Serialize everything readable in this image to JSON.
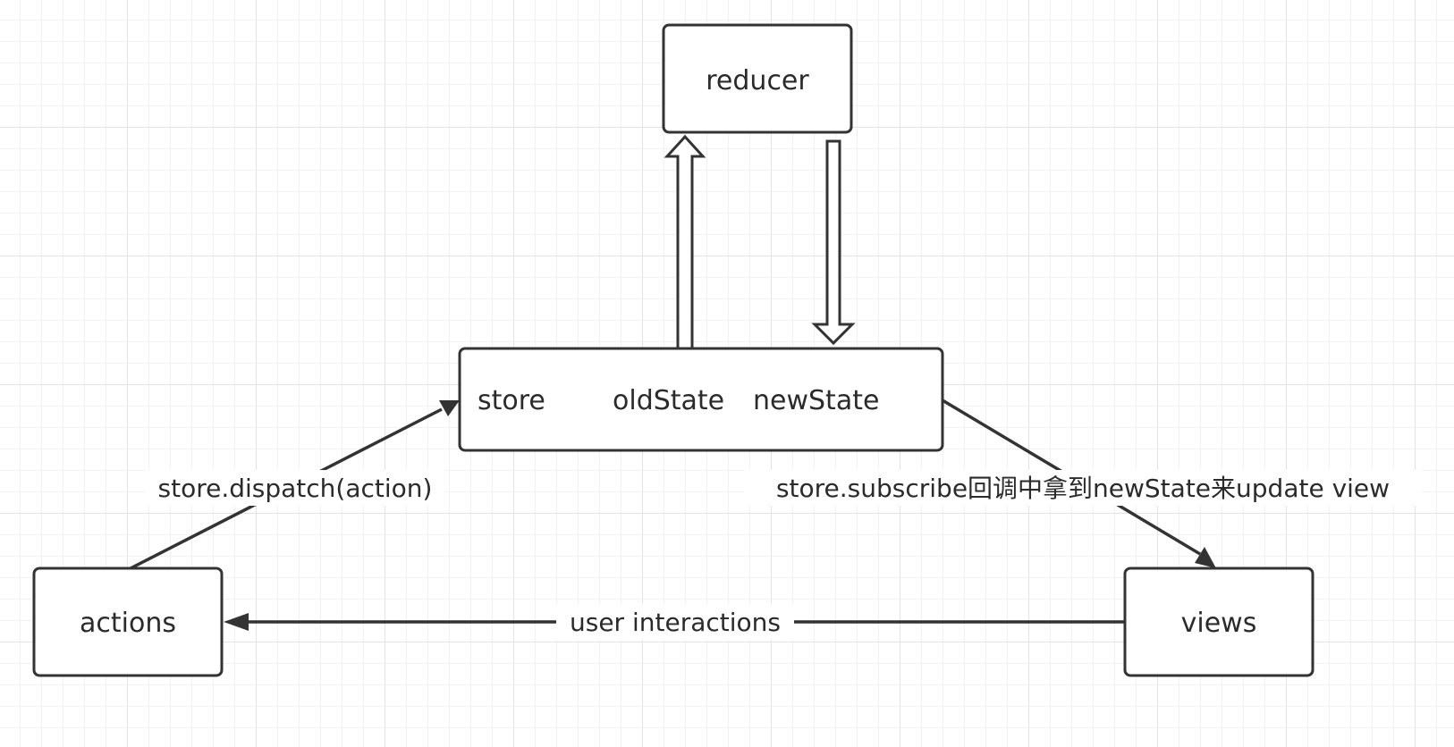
{
  "nodes": {
    "reducer": "reducer",
    "store": {
      "label": "store",
      "old_state": "oldState",
      "new_state": "newState"
    },
    "actions": "actions",
    "views": "views"
  },
  "edges": {
    "dispatch": "store.dispatch(action)",
    "subscribe": "store.subscribe回调中拿到newState来update view",
    "user_interactions": "user interactions"
  },
  "colors": {
    "stroke": "#333333",
    "grid": "#e3e3e3"
  }
}
